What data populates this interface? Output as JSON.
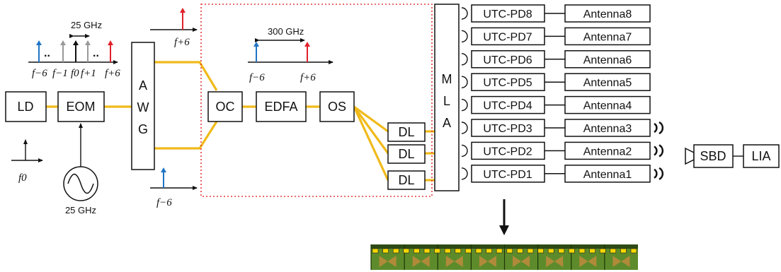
{
  "colors": {
    "fiber": "#f0ba1a",
    "blue": "#1f74c4",
    "red": "#e0212a",
    "grey": "#999999",
    "dashed_box": "#e23b3b",
    "chip_green": "#5d8b2b",
    "chip_pad": "#f5d700"
  },
  "spectrum_top": {
    "spacing": "25 GHz",
    "labels": [
      "f−6",
      "f−1",
      "f0",
      "f+1",
      "f+6"
    ]
  },
  "blocks": {
    "ld": "LD",
    "eom": "EOM",
    "awg": [
      "A",
      "W",
      "G"
    ],
    "oc": "OC",
    "edfa": "EDFA",
    "os": "OS",
    "dl": "DL",
    "mla": [
      "M",
      "L",
      "A"
    ],
    "sbd": "SBD",
    "lia": "LIA"
  },
  "signals": {
    "f0": "f0",
    "rf": "25 GHz",
    "out_top": "f+6",
    "out_bottom": "f−6",
    "combined_spacing": "300 GHz",
    "combined_left": "f−6",
    "combined_right": "f+6"
  },
  "photodiodes": [
    "UTC-PD8",
    "UTC-PD7",
    "UTC-PD6",
    "UTC-PD5",
    "UTC-PD4",
    "UTC-PD3",
    "UTC-PD2",
    "UTC-PD1"
  ],
  "antennas": [
    "Antenna8",
    "Antenna7",
    "Antenna6",
    "Antenna5",
    "Antenna4",
    "Antenna3",
    "Antenna2",
    "Antenna1"
  ],
  "radiating_antennas": [
    "Antenna3",
    "Antenna2",
    "Antenna1"
  ],
  "chip_pad_count": 26
}
